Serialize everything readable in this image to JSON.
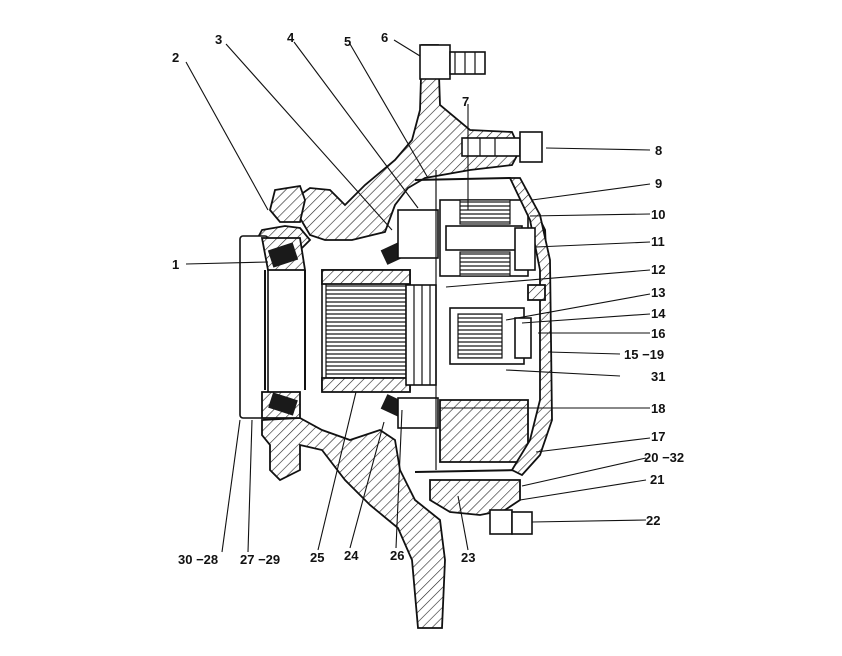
{
  "callouts": {
    "c1": "1",
    "c2": "2",
    "c3": "3",
    "c4": "4",
    "c5": "5",
    "c6": "6",
    "c7": "7",
    "c8": "8",
    "c9": "9",
    "c10": "10",
    "c11": "11",
    "c12": "12",
    "c13": "13",
    "c14": "14",
    "c16": "16",
    "c15_19": "15 −19",
    "c31": "31",
    "c18": "18",
    "c17": "17",
    "c20_32": "20 −32",
    "c21": "21",
    "c22": "22",
    "c30_28": "30 −28",
    "c27_29": "27 −29",
    "c25": "25",
    "c24": "24",
    "c26": "26",
    "c23": "23"
  }
}
